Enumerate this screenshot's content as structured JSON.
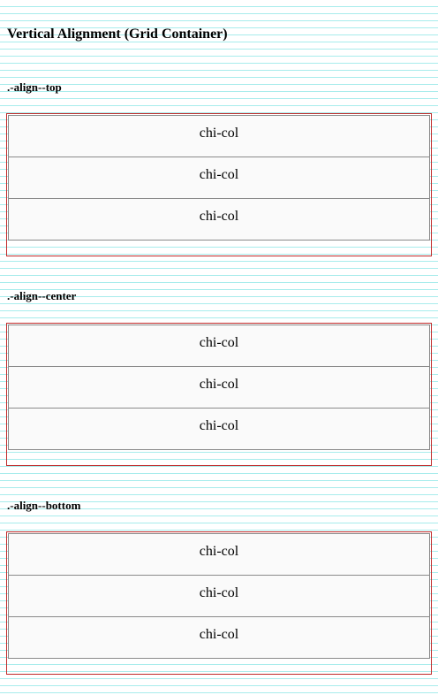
{
  "page": {
    "title": "Vertical Alignment (Grid Container)"
  },
  "sections": [
    {
      "label": ".-align--top",
      "cols": [
        "chi-col",
        "chi-col",
        "chi-col"
      ]
    },
    {
      "label": ".-align--center",
      "cols": [
        "chi-col",
        "chi-col",
        "chi-col"
      ]
    },
    {
      "label": ".-align--bottom",
      "cols": [
        "chi-col",
        "chi-col",
        "chi-col"
      ]
    }
  ],
  "colors": {
    "grid_border": "#c02a2a",
    "col_border": "#8a8a8a",
    "col_background": "#fafafa",
    "background_lines": "#a8ecec"
  }
}
